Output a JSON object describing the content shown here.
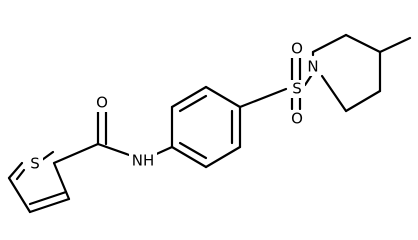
{
  "structure": {
    "atoms": {
      "sulfur_thiophene": "S",
      "oxygen_carbonyl": "O",
      "amide_nh": "NH",
      "sulfur_sulfonyl": "S",
      "oxygen_sulfonyl_top": "O",
      "oxygen_sulfonyl_bottom": "O",
      "nitrogen_piperidine": "N"
    },
    "colors": {
      "bond": "#000000",
      "label": "#000000",
      "background": "#ffffff"
    }
  }
}
